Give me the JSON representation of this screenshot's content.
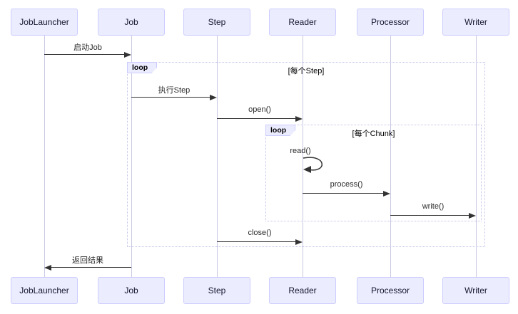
{
  "diagram": {
    "type": "sequence",
    "actors": [
      {
        "id": "joblauncher",
        "label": "JobLauncher"
      },
      {
        "id": "job",
        "label": "Job"
      },
      {
        "id": "step",
        "label": "Step"
      },
      {
        "id": "reader",
        "label": "Reader"
      },
      {
        "id": "processor",
        "label": "Processor"
      },
      {
        "id": "writer",
        "label": "Writer"
      }
    ],
    "messages": [
      {
        "from": "JobLauncher",
        "to": "Job",
        "label": "启动Job",
        "arrow": "solid-right"
      },
      {
        "from": "Job",
        "to": "Step",
        "label": "执行Step",
        "arrow": "solid-right"
      },
      {
        "from": "Step",
        "to": "Reader",
        "label": "open()",
        "arrow": "solid-right"
      },
      {
        "from": "Reader",
        "to": "Reader",
        "label": "read()",
        "arrow": "self-loop"
      },
      {
        "from": "Reader",
        "to": "Processor",
        "label": "process()",
        "arrow": "solid-right"
      },
      {
        "from": "Processor",
        "to": "Writer",
        "label": "write()",
        "arrow": "solid-right"
      },
      {
        "from": "Step",
        "to": "Reader",
        "label": "close()",
        "arrow": "solid-right"
      },
      {
        "from": "Job",
        "to": "JobLauncher",
        "label": "返回结果",
        "arrow": "solid-left"
      }
    ],
    "loops": [
      {
        "keyword": "loop",
        "condition": "[每个Step]"
      },
      {
        "keyword": "loop",
        "condition": "[每个Chunk]"
      }
    ],
    "colors": {
      "actor_fill": "#ECECFF",
      "actor_border": "#CCCCFF",
      "lifeline": "#C9C9E4",
      "arrow": "#333333",
      "loop_border": "#C3C3E8",
      "loop_tab_fill": "#ECECFF",
      "background": "#FFFFFF"
    }
  }
}
